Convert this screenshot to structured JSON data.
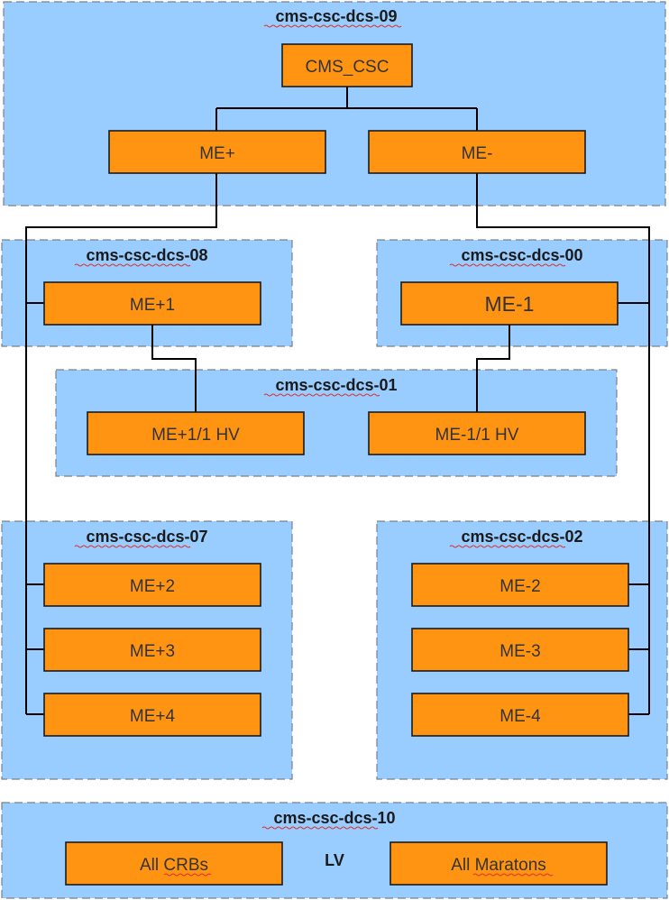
{
  "groups": {
    "dcs09": {
      "title": "cms-csc-dcs-09"
    },
    "dcs08": {
      "title": "cms-csc-dcs-08"
    },
    "dcs00": {
      "title": "cms-csc-dcs-00"
    },
    "dcs01": {
      "title": "cms-csc-dcs-01"
    },
    "dcs07": {
      "title": "cms-csc-dcs-07"
    },
    "dcs02": {
      "title": "cms-csc-dcs-02"
    },
    "dcs10": {
      "title": "cms-csc-dcs-10"
    }
  },
  "nodes": {
    "cms_csc": "CMS_CSC",
    "me_plus": "ME+",
    "me_minus": "ME-",
    "me_plus_1": "ME+1",
    "me_minus_1": "ME-1",
    "me_plus_1_1_hv": "ME+1/1 HV",
    "me_minus_1_1_hv": "ME-1/1 HV",
    "me_plus_2": "ME+2",
    "me_plus_3": "ME+3",
    "me_plus_4": "ME+4",
    "me_minus_2": "ME-2",
    "me_minus_3": "ME-3",
    "me_minus_4": "ME-4",
    "all_crbs": "All CRBs",
    "all_maratons": "All Maratons"
  },
  "labels": {
    "lv": "LV"
  },
  "colors": {
    "group_fill": "#99ccff",
    "group_border": "#808080",
    "node_fill": "#ff9412",
    "node_border": "#1a1a1a",
    "connector": "#000000",
    "spellcheck_underline": "#e0322b"
  }
}
